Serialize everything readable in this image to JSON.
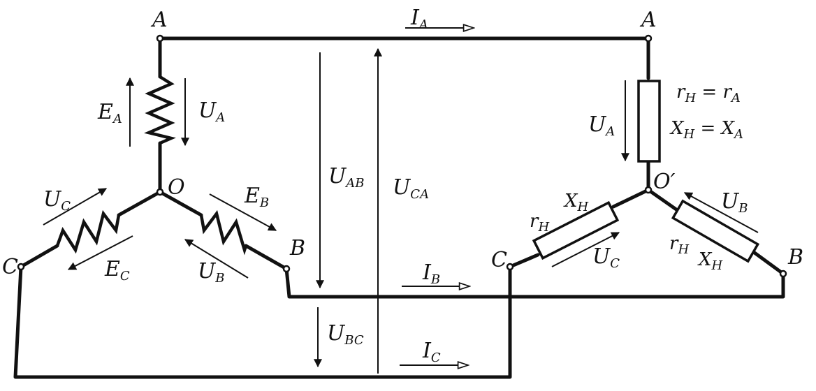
{
  "nodes": {
    "gen_A": "A",
    "gen_B": "B",
    "gen_C": "C",
    "gen_O": "O",
    "load_A": "A",
    "load_B": "B",
    "load_C": "C",
    "load_O": "O′"
  },
  "source": {
    "EA": {
      "main": "E",
      "sub": "A"
    },
    "UA": {
      "main": "U",
      "sub": "A"
    },
    "EB": {
      "main": "E",
      "sub": "B"
    },
    "UB": {
      "main": "U",
      "sub": "B"
    },
    "EC": {
      "main": "E",
      "sub": "C"
    },
    "UC": {
      "main": "U",
      "sub": "C"
    }
  },
  "line_voltages": {
    "UAB": {
      "main": "U",
      "sub": "AB"
    },
    "UCA": {
      "main": "U",
      "sub": "CA"
    },
    "UBC": {
      "main": "U",
      "sub": "BC"
    }
  },
  "currents": {
    "IA": {
      "main": "I",
      "sub": "A"
    },
    "IB": {
      "main": "I",
      "sub": "B"
    },
    "IC": {
      "main": "I",
      "sub": "C"
    }
  },
  "load": {
    "UA": {
      "main": "U",
      "sub": "A"
    },
    "UB": {
      "main": "U",
      "sub": "B"
    },
    "UC": {
      "main": "U",
      "sub": "C"
    },
    "eq1": {
      "a": "r",
      "a_sub": "H",
      "eq": " = r",
      "b_sub": "A"
    },
    "eq2": {
      "a": "X",
      "a_sub": "H",
      "eq": " = X",
      "b_sub": "A"
    },
    "rC": {
      "main": "r",
      "sub": "H"
    },
    "xC": {
      "main": "X",
      "sub": "H"
    },
    "rB": {
      "main": "r",
      "sub": "H"
    },
    "xB": {
      "main": "X",
      "sub": "H"
    }
  }
}
